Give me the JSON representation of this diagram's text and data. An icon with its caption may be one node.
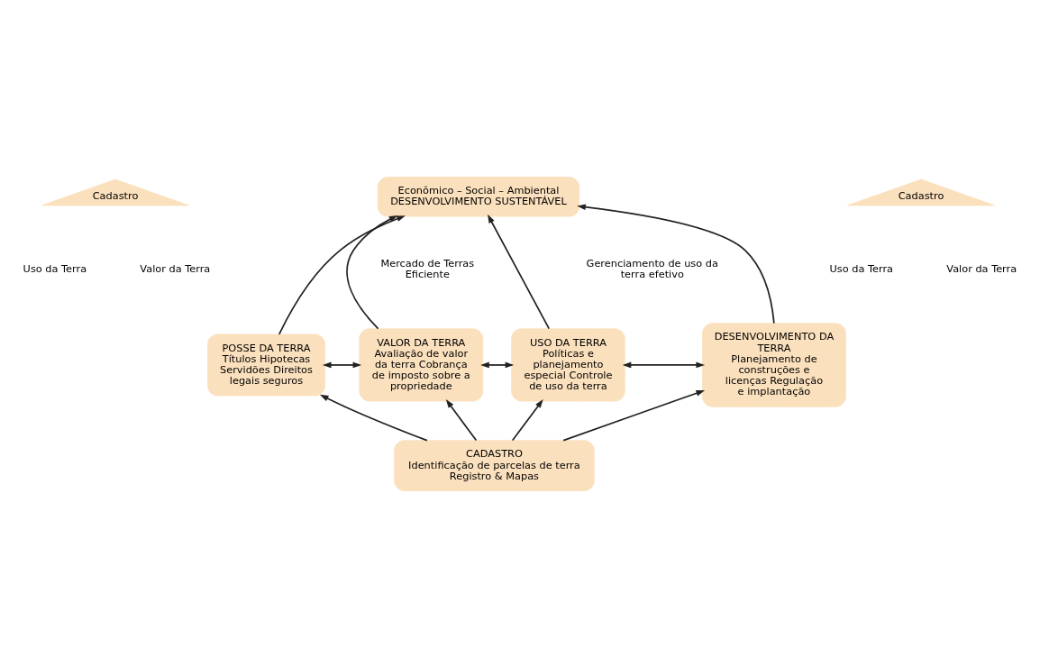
{
  "diagram": {
    "nodes": [
      {
        "text": [
          "Econômico – Social – Ambiental",
          "DESENVOLVIMENTO SUSTENTÁVEL"
        ]
      },
      {
        "text": [
          "Cadastro"
        ]
      },
      {
        "text": [
          "Cadastro"
        ]
      },
      {
        "text": [
          "POSSE DA TERRA",
          "Títulos Hipotecas Servidões Direitos legais seguros"
        ]
      },
      {
        "text": [
          "VALOR DA TERRA",
          "Avaliação de valor da terra Cobrança de imposto sobre a propriedade"
        ]
      },
      {
        "text": [
          "USO DA TERRA",
          "Políticas e planejamento especial Controle de uso da terra"
        ]
      },
      {
        "text": [
          "DESENVOLVIMENTO DA TERRA",
          "Planejamento de construções e licenças Regulação e implantação"
        ]
      },
      {
        "text": [
          "CADASTRO",
          "Identificação de parcelas de terra Registro & Mapas"
        ]
      }
    ],
    "edges": [
      {
        "from": 3,
        "to": 0,
        "arrow": "to"
      },
      {
        "from": 4,
        "to": 0,
        "arrow": "to"
      },
      {
        "from": 5,
        "to": 0,
        "arrow": "to"
      },
      {
        "from": 6,
        "to": 0,
        "arrow": "to"
      },
      {
        "from": 3,
        "to": 4,
        "arrow": "both"
      },
      {
        "from": 4,
        "to": 5,
        "arrow": "both"
      },
      {
        "from": 5,
        "to": 6,
        "arrow": "both"
      },
      {
        "from": 7,
        "to": 3,
        "arrow": "to"
      },
      {
        "from": 7,
        "to": 4,
        "arrow": "to"
      },
      {
        "from": 7,
        "to": 5,
        "arrow": "to"
      },
      {
        "from": 7,
        "to": 6,
        "arrow": "to"
      }
    ],
    "labels": [
      "Uso da Terra",
      "Valor da Terra",
      "Uso da Terra",
      "Valor da Terra",
      "Mercado de Terras Eficiente",
      "Gerenciamento de uso da terra efetivo"
    ]
  }
}
